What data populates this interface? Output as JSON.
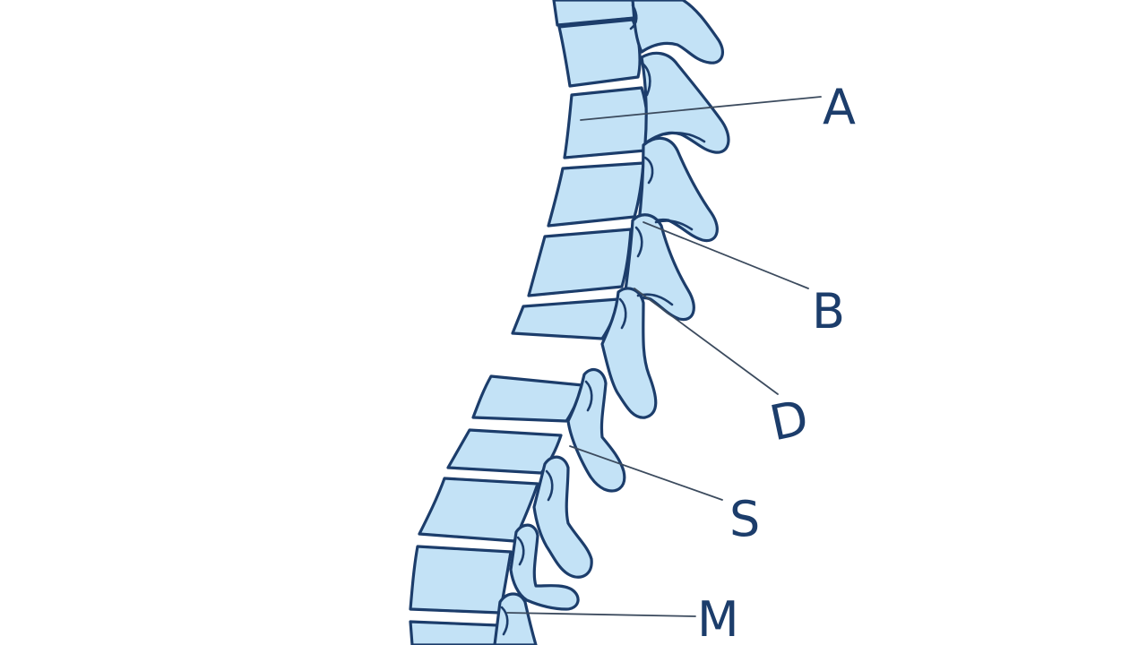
{
  "labels": {
    "a": "A",
    "b": "B",
    "d": "D",
    "s": "S",
    "m": "M"
  },
  "colors": {
    "bone_fill": "#c3e2f6",
    "outline": "#1c3d6b",
    "leader_line": "#3c4b5e",
    "background": "#ffffff"
  }
}
